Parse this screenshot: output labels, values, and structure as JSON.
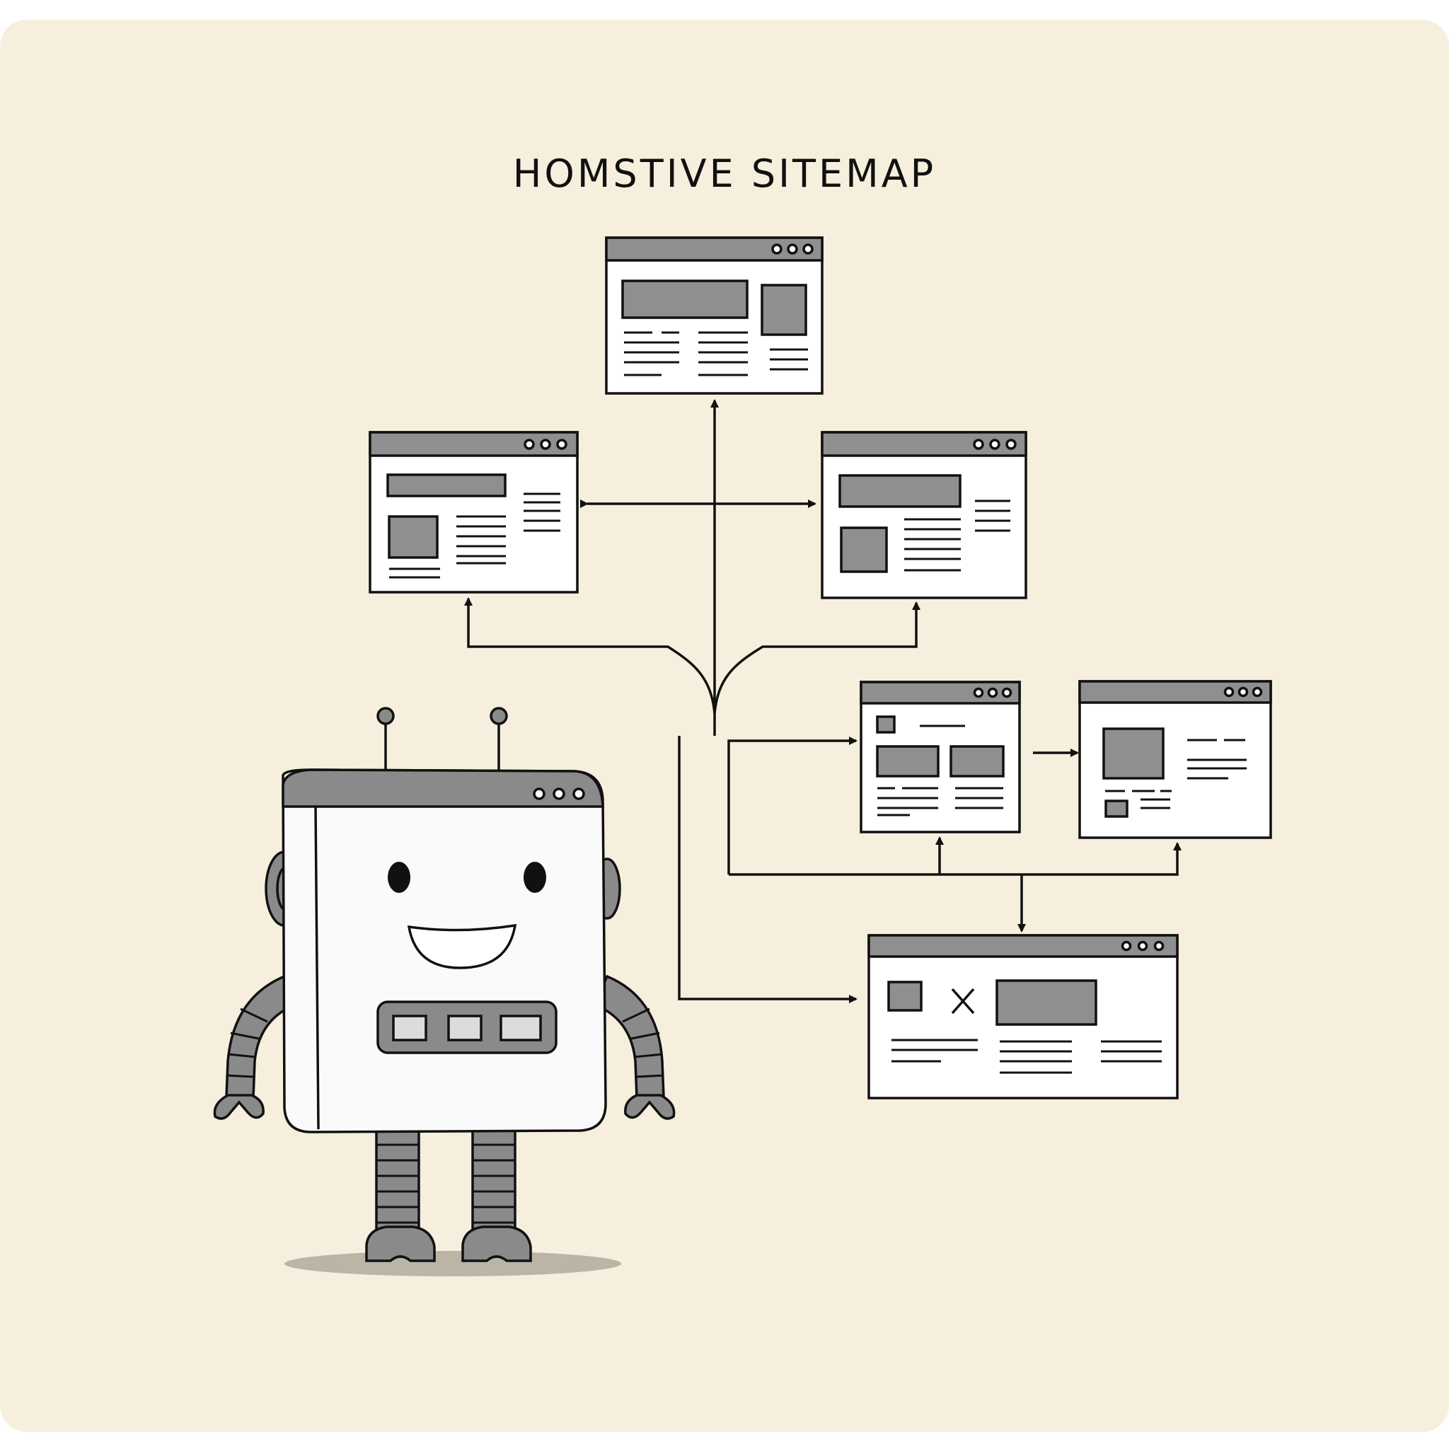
{
  "title": "HOMSTIVE SITEMAP",
  "colors": {
    "background": "#f6efdd",
    "line": "#111111",
    "block": "#8f8f8f",
    "page_fill": "#ffffff",
    "robot_gray": "#8a8a8a"
  },
  "pages": [
    {
      "name": "page-home"
    },
    {
      "name": "page-left"
    },
    {
      "name": "page-right"
    },
    {
      "name": "page-mid-a"
    },
    {
      "name": "page-mid-b"
    },
    {
      "name": "page-bottom"
    }
  ],
  "robot": {
    "name": "robot-mascot"
  }
}
